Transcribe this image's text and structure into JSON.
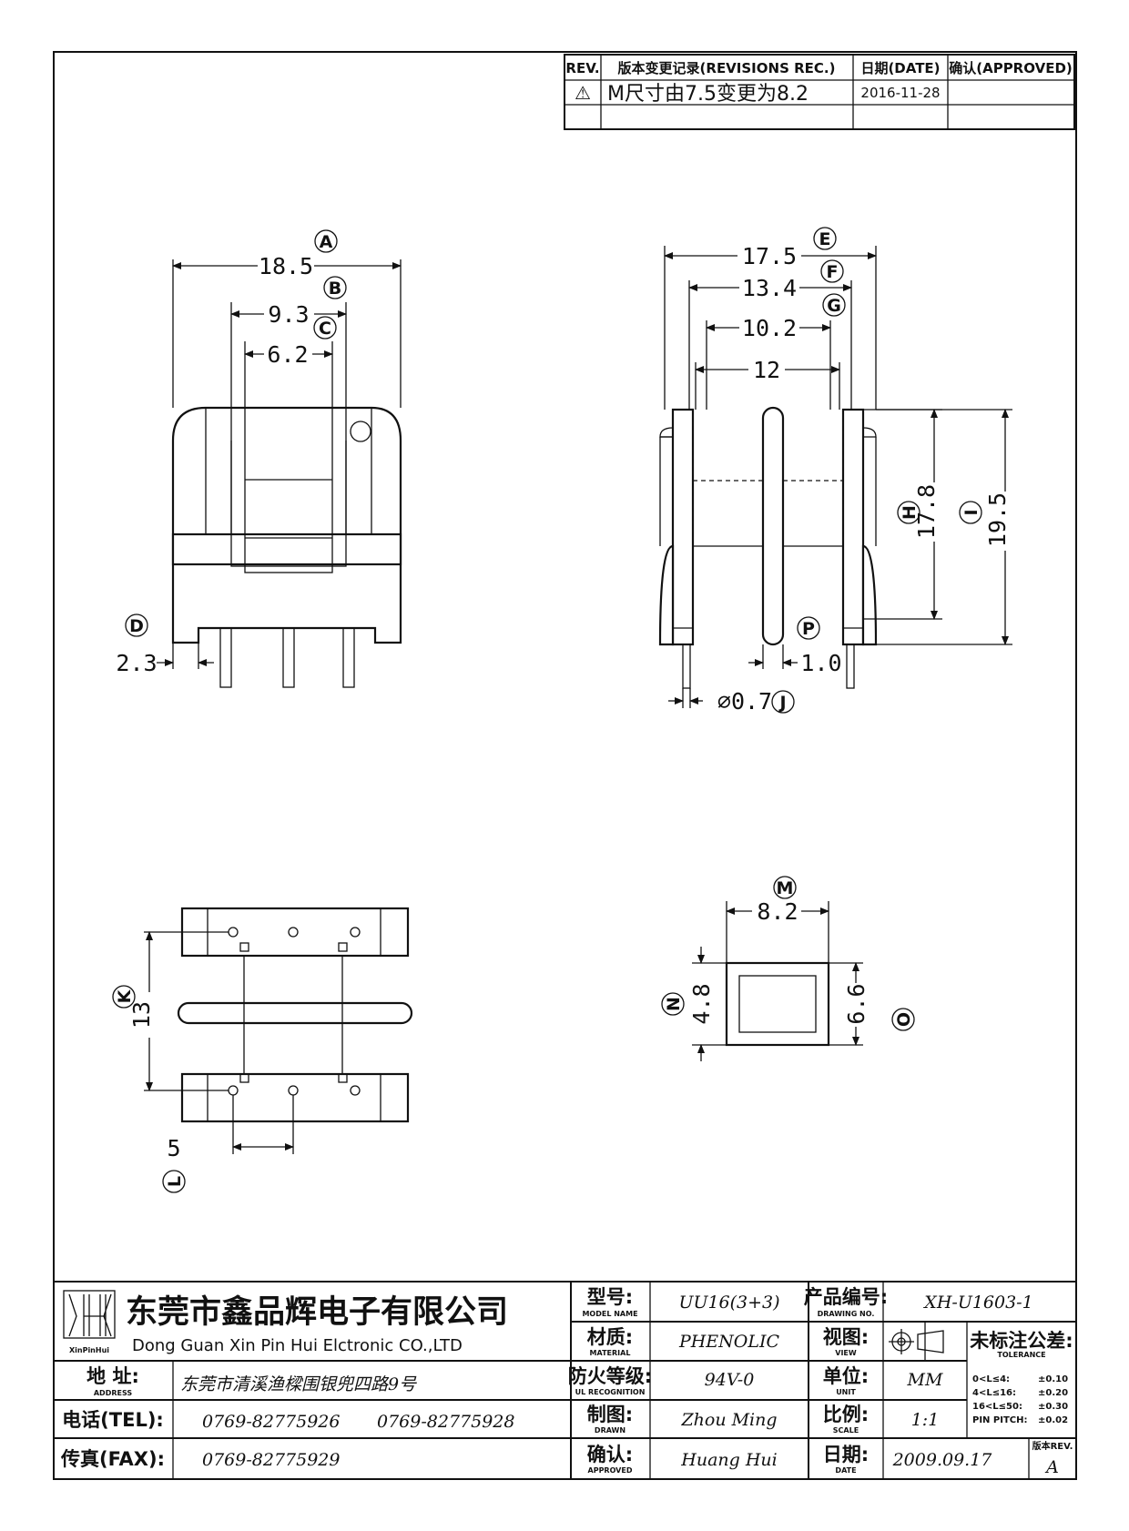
{
  "revision_table": {
    "headers": {
      "rev": "REV.",
      "record": "版本变更记录(REVISIONS REC.)",
      "date": "日期(DATE)",
      "approved": "确认(APPROVED)"
    },
    "rows": [
      {
        "symbol": "⚠",
        "record": "M尺寸由7.5变更为8.2",
        "date": "2016-11-28",
        "approved": ""
      }
    ]
  },
  "dimensions": {
    "A": "18.5",
    "B": "9.3",
    "C": "6.2",
    "D": "2.3",
    "E": "17.5",
    "F": "13.4",
    "G": "10.2",
    "G2": "12",
    "H": "17.8",
    "I": "19.5",
    "J": "⌀0.7",
    "P": "1.0",
    "K": "13",
    "L": "5",
    "M": "8.2",
    "N": "4.8",
    "O": "6.6"
  },
  "bubbles": {
    "A": "A",
    "B": "B",
    "C": "C",
    "D": "D",
    "E": "E",
    "F": "F",
    "G": "G",
    "H": "H",
    "I": "I",
    "J": "J",
    "K": "K",
    "L": "L",
    "M": "M",
    "N": "N",
    "O": "O",
    "P": "P"
  },
  "title_block": {
    "company_cn": "东莞市鑫品辉电子有限公司",
    "company_en": "Dong Guan Xin Pin Hui Elctronic CO.,LTD",
    "logo_text": "XinPinHui",
    "address_label": "地  址:",
    "address_sub": "ADDRESS",
    "address_value": "东莞市清溪渔樑围银兜四路9号",
    "tel_label": "电话(TEL):",
    "tel_values": [
      "0769-82775926",
      "0769-82775928"
    ],
    "fax_label": "传真(FAX):",
    "fax_value": "0769-82775929",
    "model_label": "型号:",
    "model_sub": "MODEL NAME",
    "model_value": "UU16(3+3)",
    "material_label": "材质:",
    "material_sub": "MATERIAL",
    "material_value": "PHENOLIC",
    "ul_label": "防火等级:",
    "ul_sub": "UL RECOGNITION",
    "ul_value": "94V-0",
    "drawn_label": "制图:",
    "drawn_sub": "DRAWN",
    "drawn_value": "Zhou Ming",
    "approved_label": "确认:",
    "approved_sub": "APPROVED",
    "approved_value": "Huang Hui",
    "drawing_no_label": "产品编号:",
    "drawing_no_sub": "DRAWING NO.",
    "drawing_no_value": "XH-U1603-1",
    "view_label": "视图:",
    "view_sub": "VIEW",
    "unit_label": "单位:",
    "unit_sub": "UNIT",
    "unit_value": "MM",
    "scale_label": "比例:",
    "scale_sub": "SCALE",
    "scale_value": "1:1",
    "date_label": "日期:",
    "date_sub": "DATE",
    "date_value": "2009.09.17",
    "tolerance_label": "未标注公差:",
    "tolerance_sub": "TOLERANCE",
    "tolerances": [
      {
        "range": "0<L≤4:",
        "value": "±0.10"
      },
      {
        "range": "4<L≤16:",
        "value": "±0.20"
      },
      {
        "range": "16<L≤50:",
        "value": "±0.30"
      },
      {
        "range": "PIN PITCH:",
        "value": "±0.02"
      }
    ],
    "rev_label": "版本REV.",
    "rev_value": "A"
  }
}
